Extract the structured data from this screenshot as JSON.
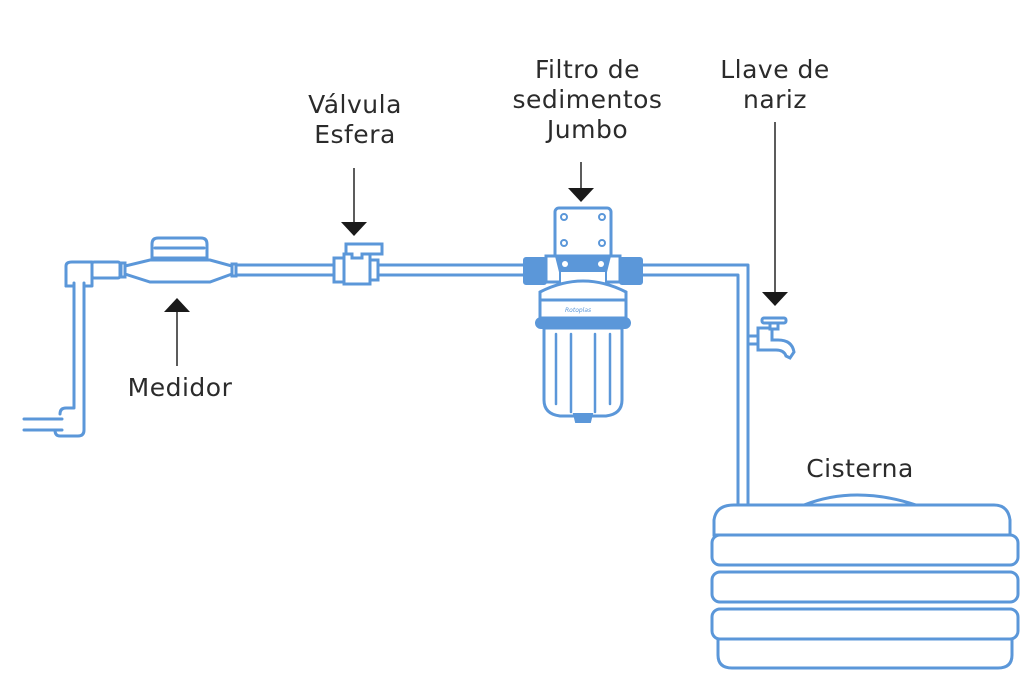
{
  "diagram": {
    "title": "Instalación de filtro de sedimentos Jumbo",
    "colors": {
      "pipe": "#5b97d9",
      "text": "#2b2b2b",
      "arrow": "#1a1a1a",
      "background": "#ffffff"
    },
    "components": [
      {
        "id": "medidor",
        "label": "Medidor",
        "arrow_direction": "up",
        "icon": "water-meter-icon"
      },
      {
        "id": "valvula",
        "label": "Válvula\nEsfera",
        "arrow_direction": "down",
        "icon": "ball-valve-icon"
      },
      {
        "id": "filtro",
        "label": "Filtro de\nsedimentos\nJumbo",
        "arrow_direction": "down",
        "icon": "sediment-filter-icon",
        "brand_text": "Rotoplas"
      },
      {
        "id": "llave",
        "label": "Llave de\nnariz",
        "arrow_direction": "down",
        "icon": "faucet-icon"
      },
      {
        "id": "cisterna",
        "label": "Cisterna",
        "arrow_direction": "none",
        "icon": "cistern-tank-icon"
      }
    ],
    "flow_order": [
      "medidor",
      "valvula",
      "filtro",
      "llave",
      "cisterna"
    ]
  }
}
